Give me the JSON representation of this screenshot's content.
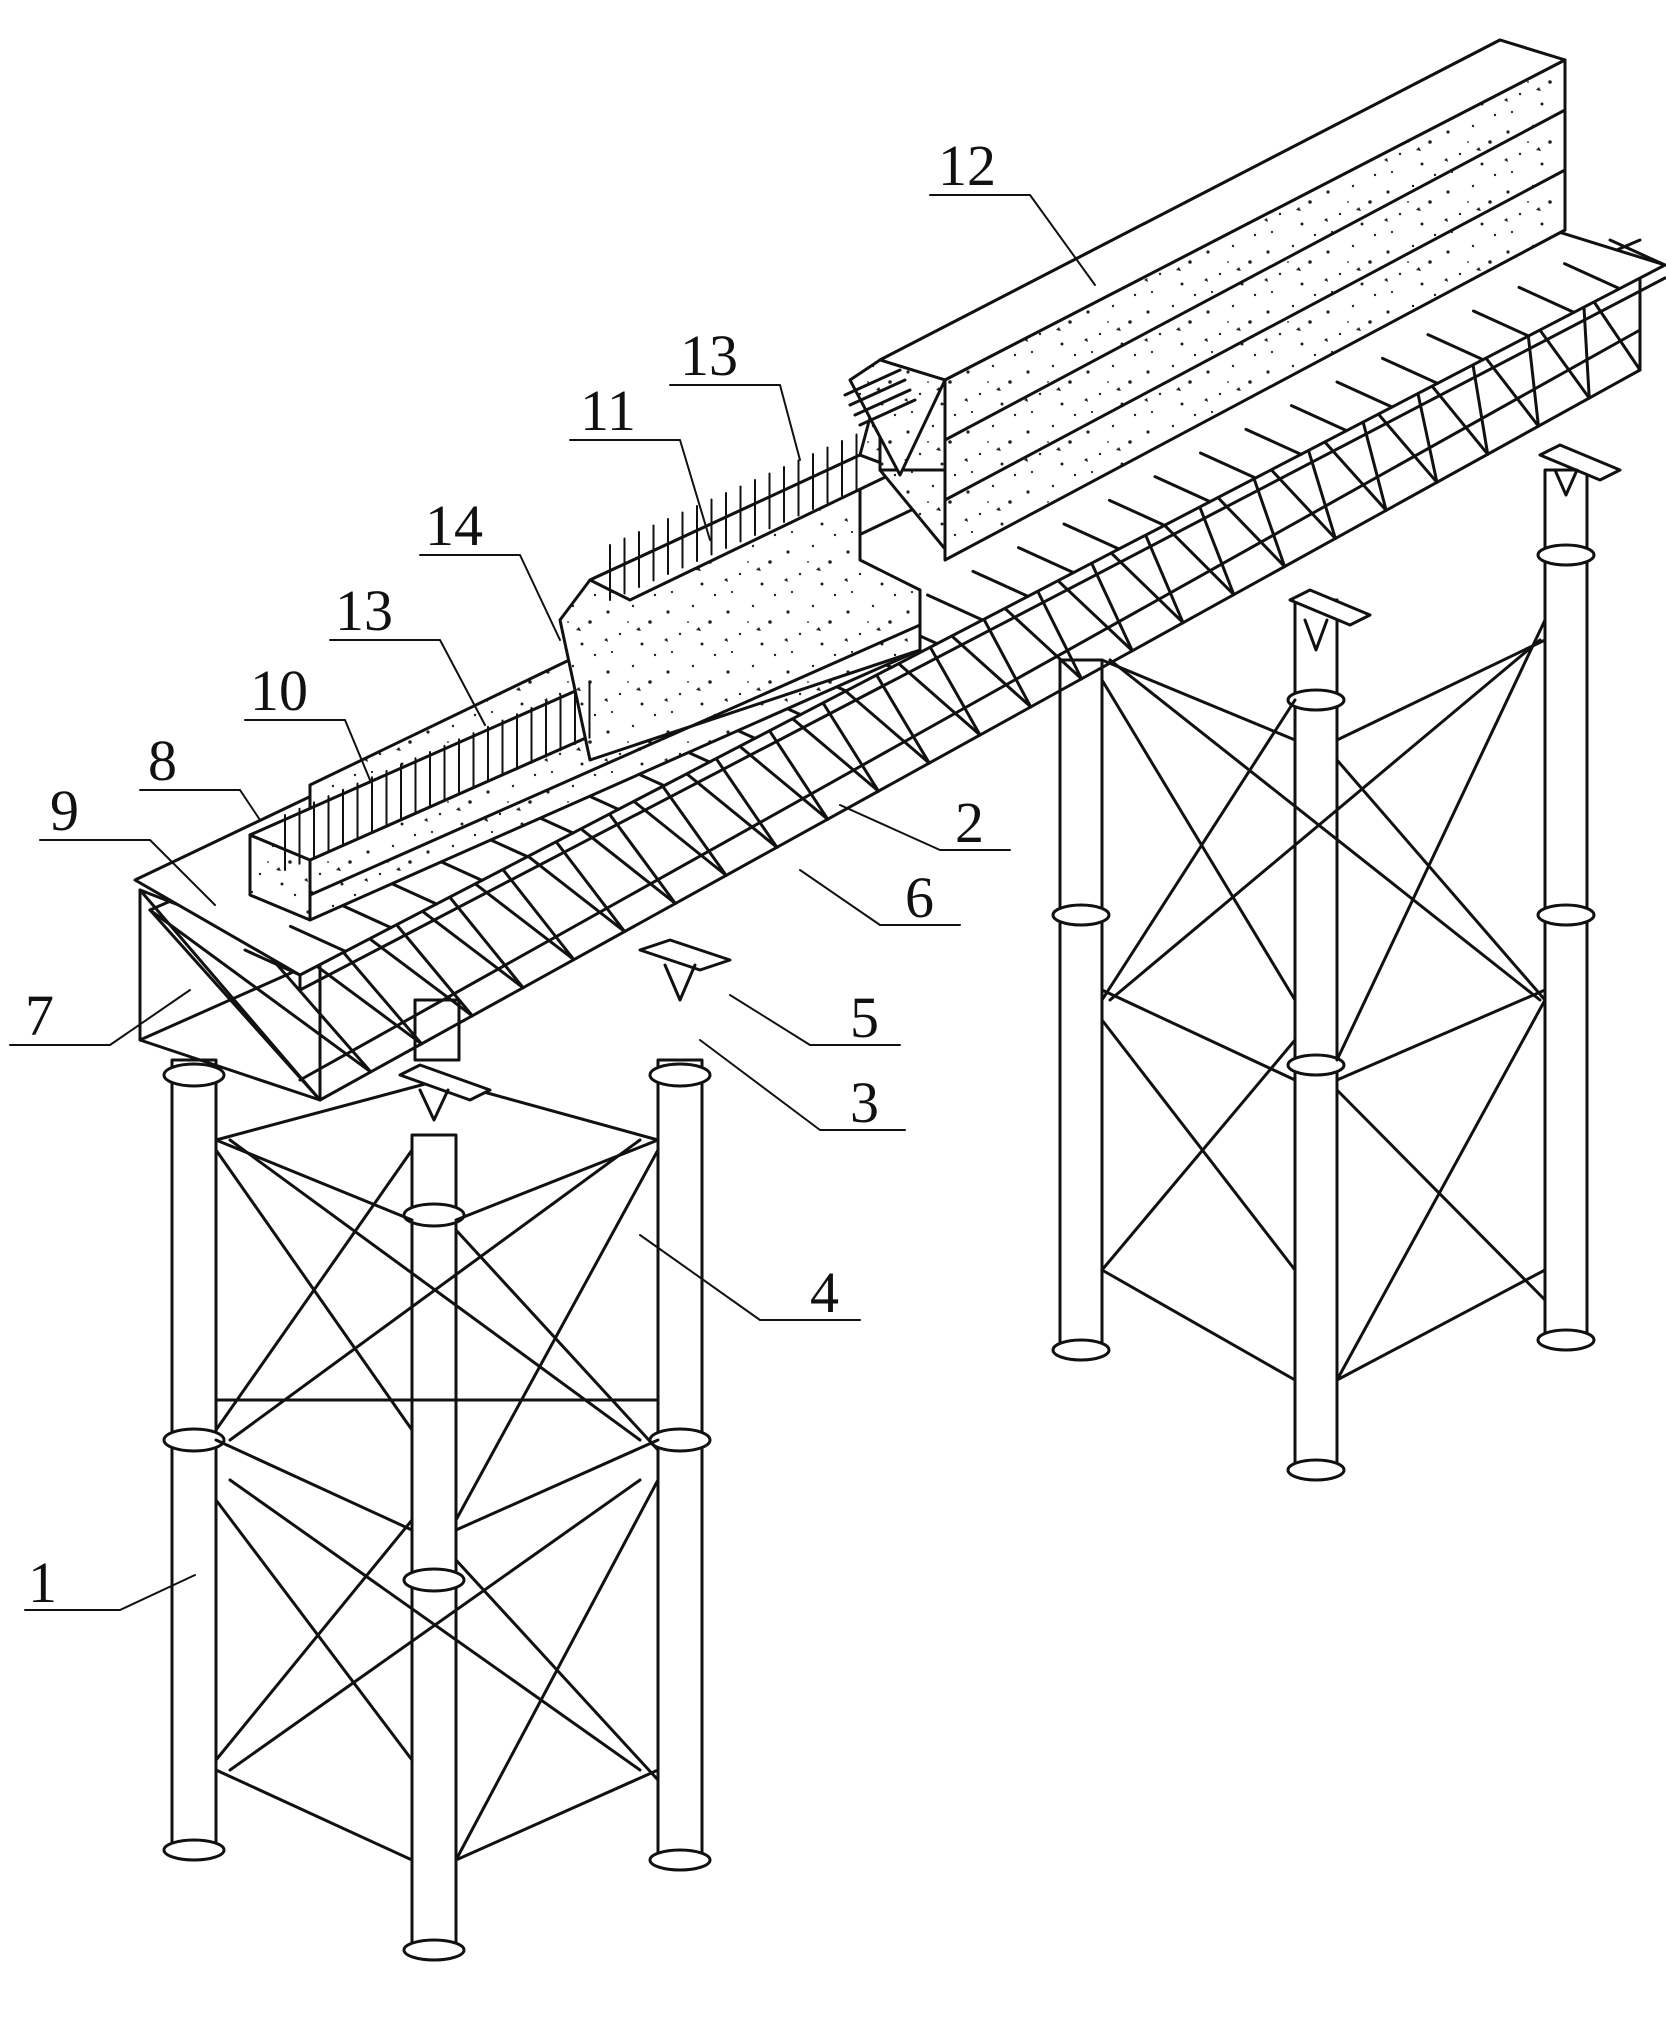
{
  "figure": {
    "callouts": [
      {
        "id": "c1",
        "text": "1"
      },
      {
        "id": "c2",
        "text": "2"
      },
      {
        "id": "c3",
        "text": "3"
      },
      {
        "id": "c4",
        "text": "4"
      },
      {
        "id": "c5",
        "text": "5"
      },
      {
        "id": "c6",
        "text": "6"
      },
      {
        "id": "c7",
        "text": "7"
      },
      {
        "id": "c8",
        "text": "8"
      },
      {
        "id": "c9",
        "text": "9"
      },
      {
        "id": "c10",
        "text": "10"
      },
      {
        "id": "c11",
        "text": "11"
      },
      {
        "id": "c12",
        "text": "12"
      },
      {
        "id": "c13a",
        "text": "13"
      },
      {
        "id": "c13b",
        "text": "13"
      },
      {
        "id": "c14",
        "text": "14"
      }
    ]
  },
  "colors": {
    "ink": "#111111",
    "background": "#ffffff"
  }
}
